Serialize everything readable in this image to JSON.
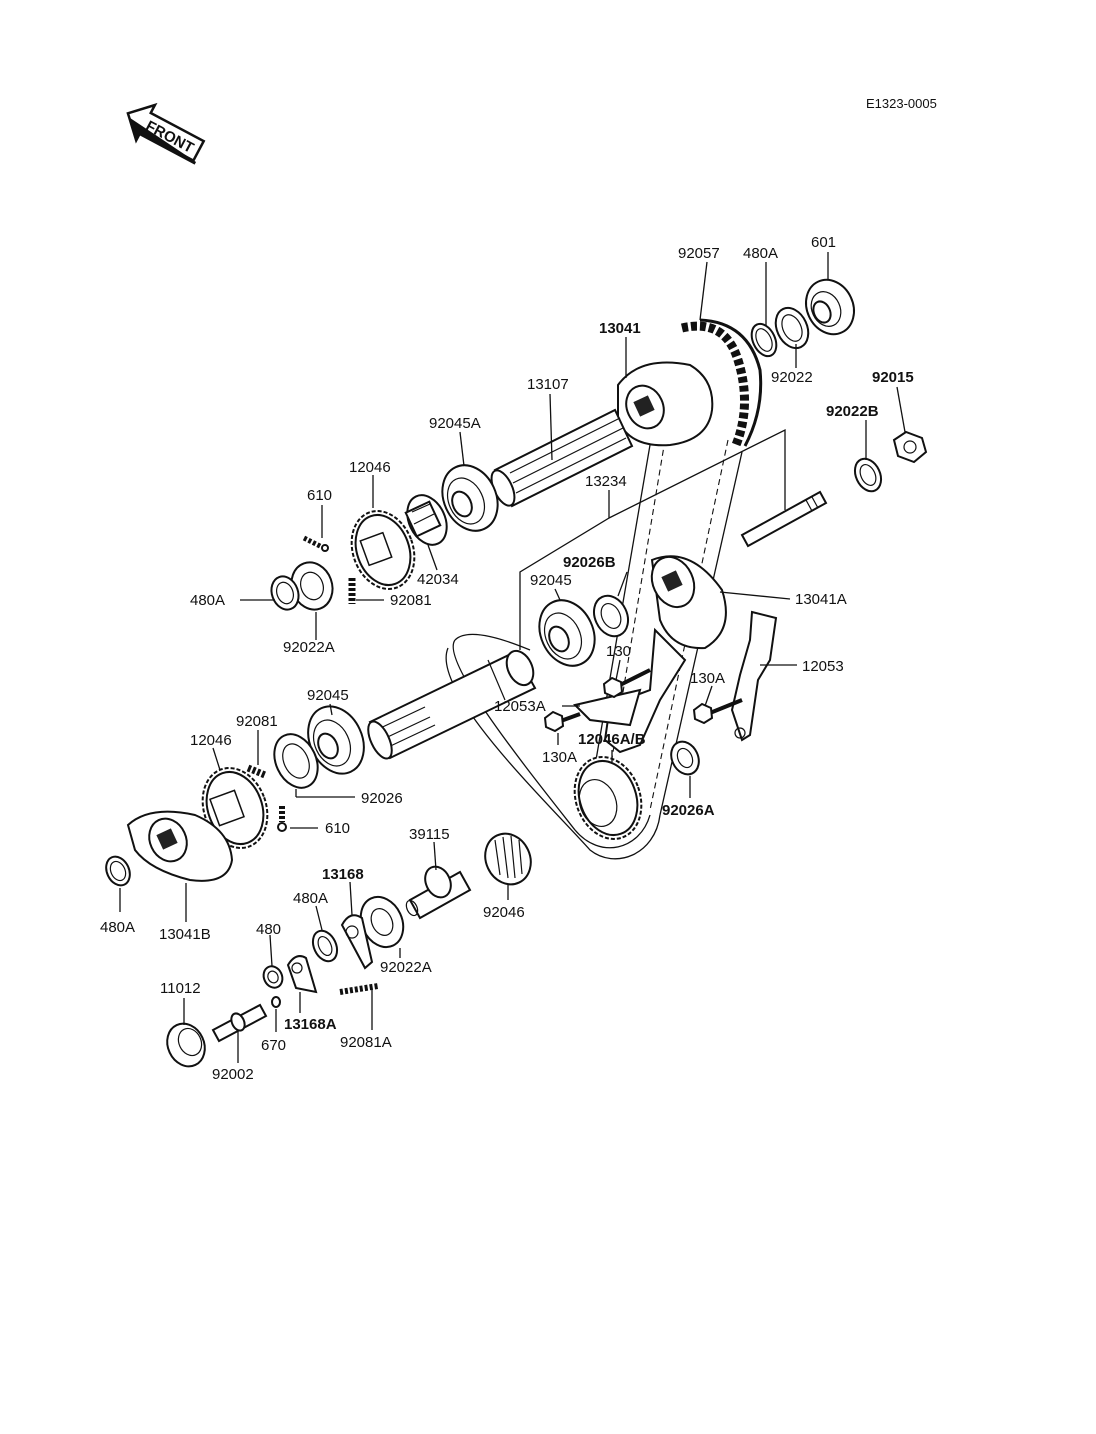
{
  "diagram": {
    "ref_code": "E1323-0005",
    "front_badge": "FRONT",
    "labels": {
      "p601": "601",
      "p92057": "92057",
      "p480A_top": "480A",
      "p13041": "13041",
      "p13107": "13107",
      "p92022": "92022",
      "p92015": "92015",
      "p92045A": "92045A",
      "p92022B": "92022B",
      "p12046_top": "12046",
      "p13234": "13234",
      "p610_top": "610",
      "p92026B": "92026B",
      "p92045_mid": "92045",
      "p13041A": "13041A",
      "p42034": "42034",
      "p480A_left": "480A",
      "p92081_mid": "92081",
      "p92022A_left": "92022A",
      "p130": "130",
      "p12053": "12053",
      "p130A_right": "130A",
      "p92045_low": "92045",
      "p12053A": "12053A",
      "p92081_low": "92081",
      "p130A_low": "130A",
      "p12046AB": "12046A/B",
      "p12046_low": "12046",
      "p92026": "92026",
      "p92026A": "92026A",
      "p610_low": "610",
      "p39115": "39115",
      "p13168": "13168",
      "p480A_low": "480A",
      "p92046": "92046",
      "p480A_bl": "480A",
      "p13041B": "13041B",
      "p92022A_low": "92022A",
      "p480": "480",
      "p11012": "11012",
      "p13168A": "13168A",
      "p670": "670",
      "p92081A": "92081A",
      "p92002": "92002"
    }
  }
}
